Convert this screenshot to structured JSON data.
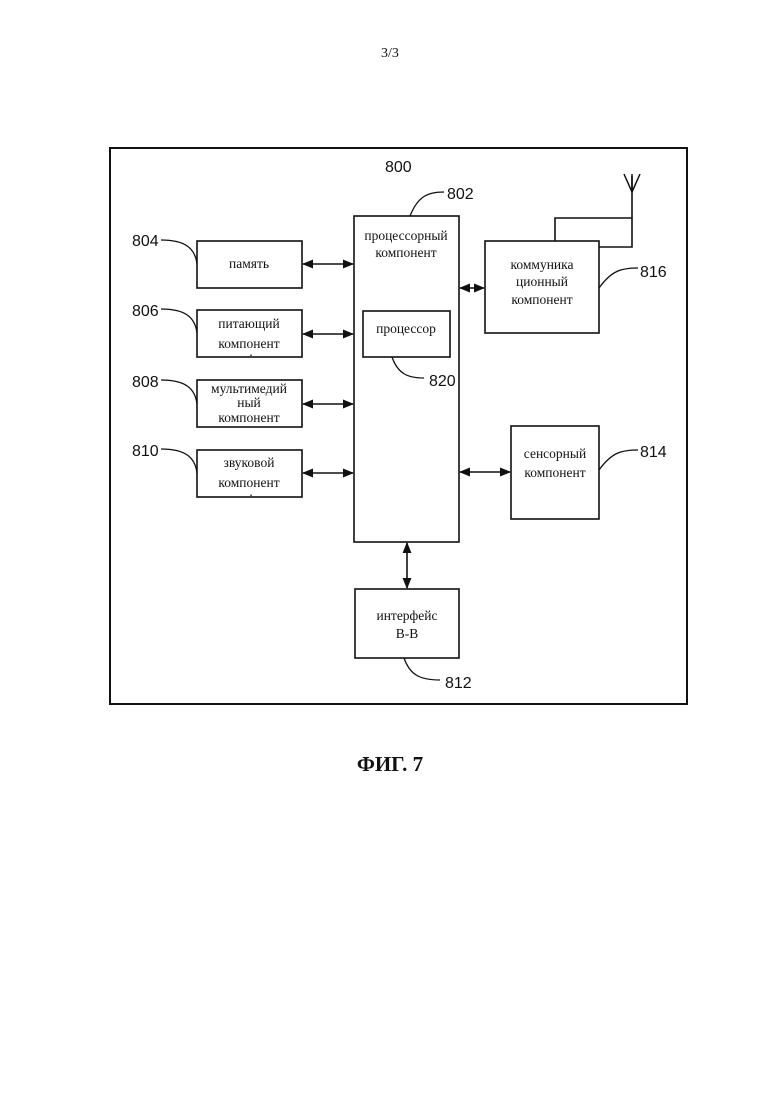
{
  "page": {
    "number": "3/3",
    "caption": "ФИГ. 7"
  },
  "diagram": {
    "refs": {
      "device": "800",
      "processing_component": "802",
      "memory": "804",
      "power": "806",
      "multimedia": "808",
      "audio": "810",
      "io_interface": "812",
      "sensor": "814",
      "communication": "816",
      "processor": "820"
    },
    "labels": {
      "processing_component": [
        "процессорный",
        "компонент"
      ],
      "memory": [
        "память"
      ],
      "power": [
        "питающий",
        "компонент",
        "."
      ],
      "multimedia": [
        "мультимедий",
        "ный",
        "компонент"
      ],
      "audio": [
        "звуковой",
        "компонент",
        "."
      ],
      "processor": [
        "процессор"
      ],
      "communication": [
        "коммуника",
        "ционный",
        "компонент"
      ],
      "sensor": [
        "сенсорный",
        "компонент"
      ],
      "io_interface": [
        "интерфейс",
        "В-В"
      ]
    },
    "colors": {
      "ink": "#111111",
      "background": "#ffffff"
    }
  }
}
